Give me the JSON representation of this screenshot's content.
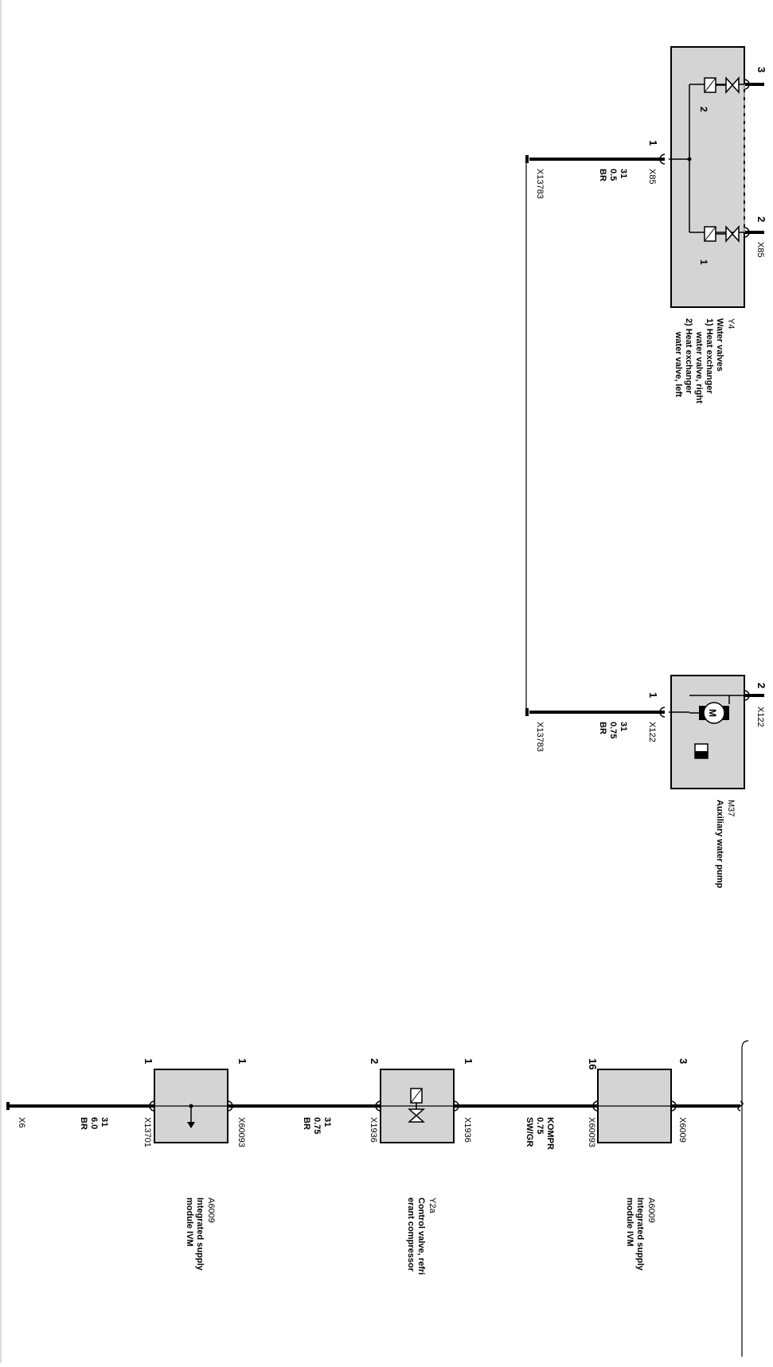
{
  "colors": {
    "wire": "#000000",
    "component_fill": "#d4d4d4",
    "thin_wire": "#000000",
    "dashed_shield": "#999999"
  },
  "water_valves": {
    "designator": "Y4",
    "title": "Water valves",
    "line1a": "1) Heat exchanger",
    "line1b": "water valve, right",
    "line2a": "2) Heat exchanger",
    "line2b": "water valve, left",
    "valve_num_1": "1",
    "valve_num_2": "2",
    "connector": "X85",
    "connector_b": "X85",
    "pin1": "1",
    "pin2": "2",
    "pin3": "3",
    "wire_func": "31",
    "wire_size": "0.5",
    "wire_color": "BR",
    "ground": "X13783",
    "icons": [
      "valve-solenoid-icon"
    ]
  },
  "aux_pump": {
    "designator": "M37",
    "title": "Auxiliary water pump",
    "motor_label": "M",
    "connector": "X122",
    "connector_b": "X122",
    "pin1": "1",
    "pin2": "2",
    "wire_func": "31",
    "wire_size": "0.75",
    "wire_color": "BR",
    "ground": "X13783",
    "icons": [
      "motor-icon"
    ]
  },
  "ivm_top": {
    "designator": "A6009",
    "title_line1": "Integrated supply",
    "title_line2": "module IVM",
    "connector_top": "X6009",
    "pin_top": "3",
    "connector_bottom": "X60093",
    "pin_bottom": "16"
  },
  "wire_kompr": {
    "func": "KOMPR",
    "size": "0.75",
    "color": "SW/GR"
  },
  "control_valve": {
    "designator": "Y2a",
    "title_line1": "Control valve, refri",
    "title_line2": "erant compressor",
    "connector_top": "X1936",
    "pin_top": "1",
    "connector_bottom": "X1936",
    "pin_bottom": "2",
    "icons": [
      "valve-solenoid-icon"
    ]
  },
  "wire_ground_small": {
    "func": "31",
    "size": "0.75",
    "color": "BR"
  },
  "ivm_bottom": {
    "designator": "A6009",
    "title_line1": "Integrated supply",
    "title_line2": "module IVM",
    "connector_top": "X60093",
    "pin_top": "1",
    "connector_bottom": "X13701",
    "pin_bottom": "1",
    "icons": [
      "ground-arrow-icon"
    ]
  },
  "wire_ground_big": {
    "func": "31",
    "size": "6.0",
    "color": "BR",
    "ground": "X6"
  }
}
